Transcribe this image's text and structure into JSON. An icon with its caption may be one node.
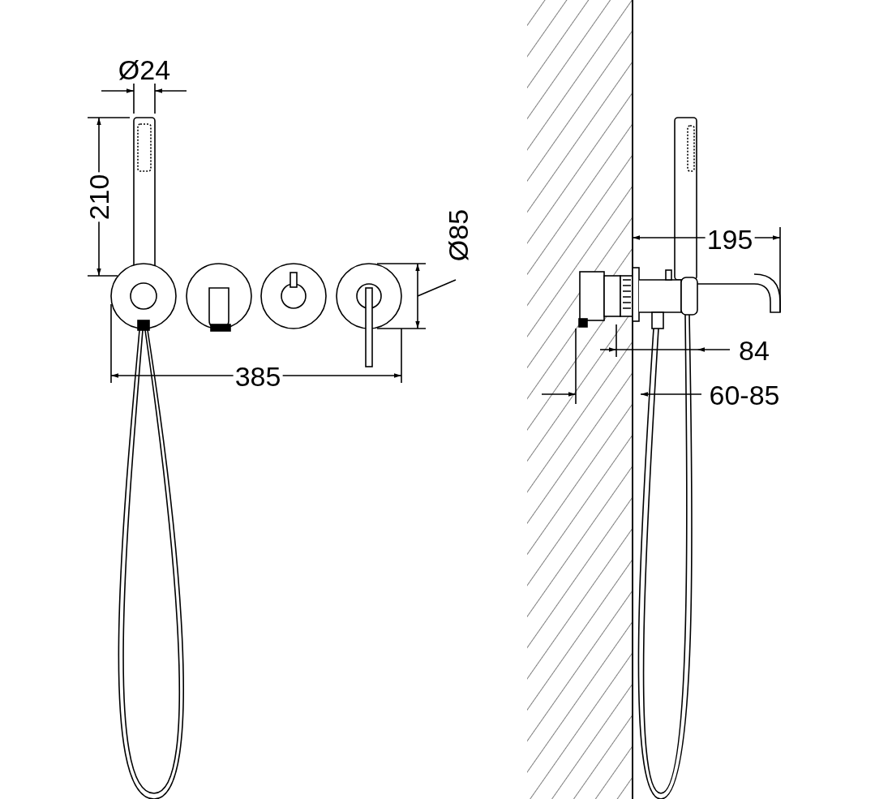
{
  "diagram": {
    "labels": [
      "Ø24",
      "210",
      "Ø85",
      "385",
      "195",
      "84",
      "60-85"
    ]
  }
}
